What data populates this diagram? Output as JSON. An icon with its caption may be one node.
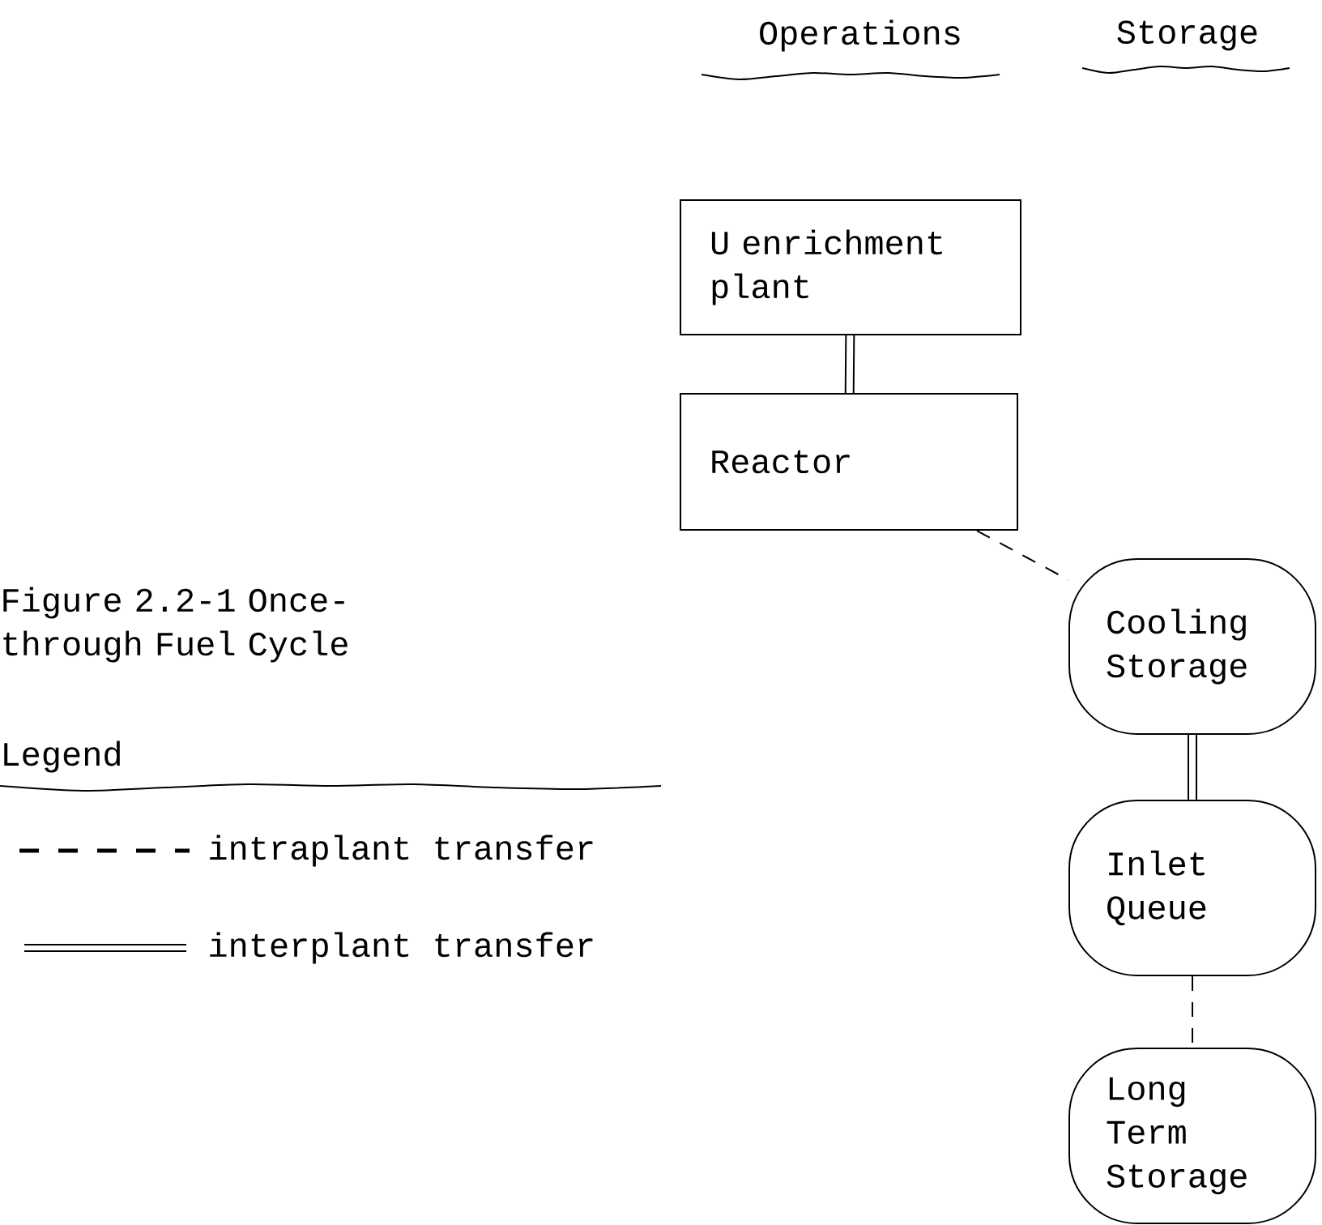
{
  "diagram": {
    "caption": "Figure 2.2-1 Once-through Fuel Cycle",
    "nodes": [
      {
        "text": [
          "U enrichment plant"
        ]
      },
      {
        "text": [
          "Reactor"
        ]
      },
      {
        "text": [
          "Cooling Storage"
        ]
      },
      {
        "text": [
          "Inlet Queue"
        ]
      },
      {
        "text": [
          "Long Term Storage"
        ]
      }
    ],
    "edges": [
      {
        "from": 0,
        "to": 1,
        "arrow": "none",
        "style": "thick"
      },
      {
        "from": 1,
        "to": 2,
        "arrow": "none",
        "style": "dashed"
      },
      {
        "from": 2,
        "to": 3,
        "arrow": "none",
        "style": "thick"
      },
      {
        "from": 3,
        "to": 4,
        "arrow": "none",
        "style": "dashed"
      }
    ],
    "labels": [
      "Operations",
      "Storage",
      "Legend"
    ],
    "legend": [
      {
        "text": "intraplant transfer"
      },
      {
        "text": "interplant transfer"
      }
    ]
  }
}
